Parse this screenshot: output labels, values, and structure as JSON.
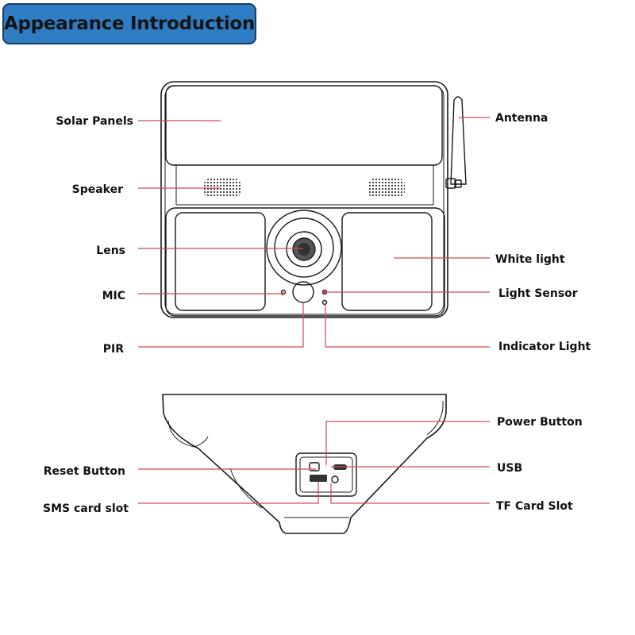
{
  "title": "Appearance Introduction",
  "labels": {
    "solar_panels": "Solar Panels",
    "speaker": "Speaker",
    "lens": "Lens",
    "mic": "MIC",
    "pir": "PIR",
    "antenna": "Antenna",
    "white_light": "White light",
    "light_sensor": "Light Sensor",
    "indicator_light": "Indicator Light",
    "power_button": "Power Button",
    "reset_button": "Reset Button",
    "usb": "USB",
    "sms_card_slot": "SMS card slot",
    "tf_card_slot": "TF Card Slot"
  },
  "colors": {
    "title_badge": "#2f7dc4",
    "leader_line": "#d24a50",
    "outline": "#1a1a1a"
  }
}
